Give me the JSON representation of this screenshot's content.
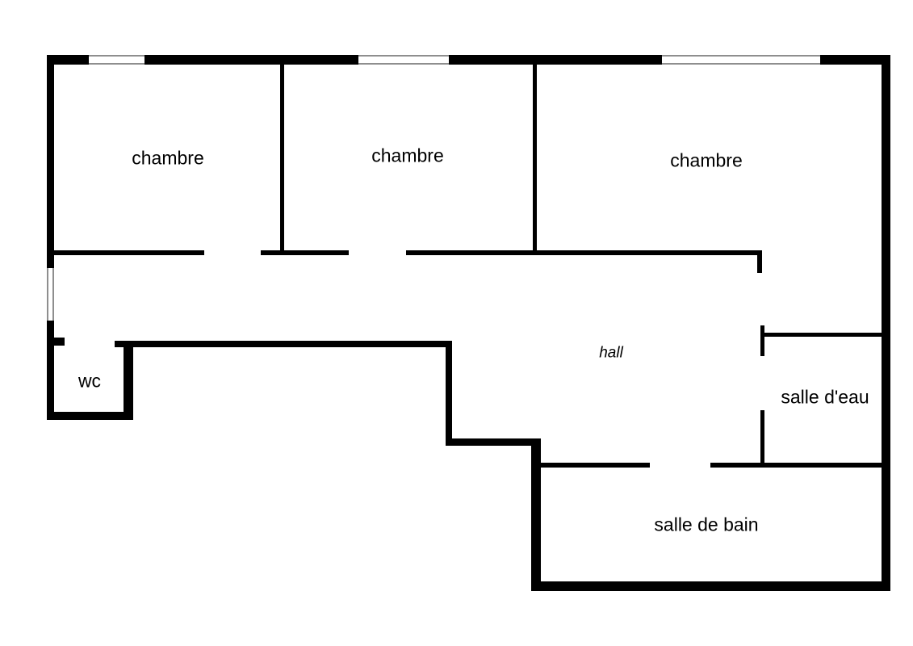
{
  "plan": {
    "title": "apartment-floor-plan",
    "background_color": "#ffffff",
    "wall_color": "#000000",
    "window_fill_color": "#ffffff",
    "window_frame_color": "#8e8e8e",
    "text_color": "#000000"
  },
  "rooms": {
    "chambre1": {
      "label": "chambre"
    },
    "chambre2": {
      "label": "chambre"
    },
    "chambre3": {
      "label": "chambre"
    },
    "wc": {
      "label": "wc"
    },
    "hall": {
      "label": "hall"
    },
    "salle_deau": {
      "label": "salle d'eau"
    },
    "salle_de_bain": {
      "label": "salle de bain"
    }
  },
  "windows": [
    {
      "name": "window-top-1"
    },
    {
      "name": "window-top-2"
    },
    {
      "name": "window-top-3"
    },
    {
      "name": "window-left"
    }
  ]
}
